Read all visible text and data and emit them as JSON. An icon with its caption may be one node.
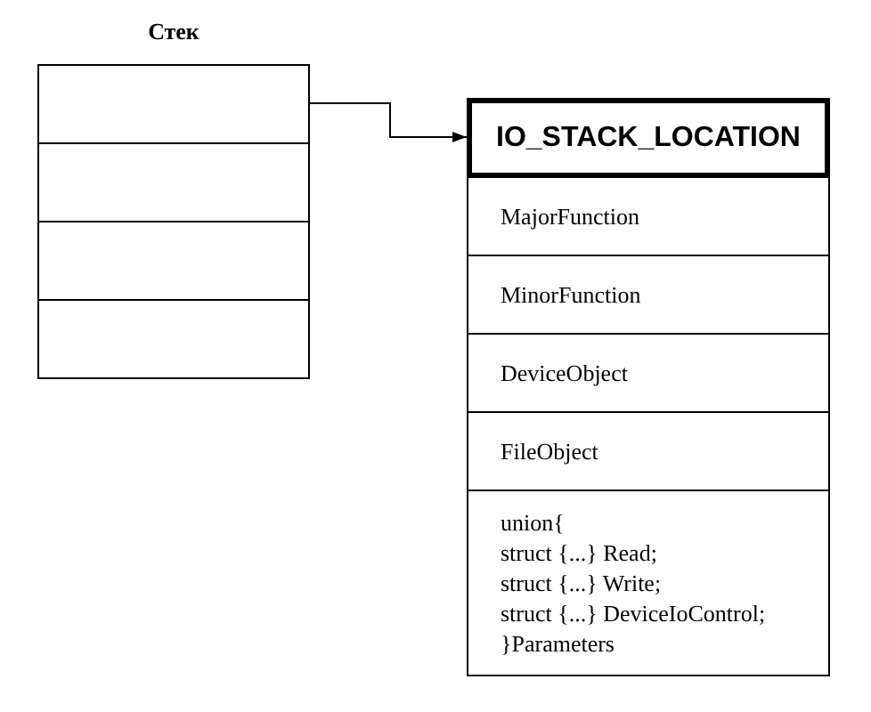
{
  "diagram": {
    "nodes": [
      {
        "text": [
          "Стек"
        ]
      },
      {
        "text": [],
        "shape": "box",
        "in": 0
      },
      {
        "text": [],
        "shape": "box",
        "in": 0
      },
      {
        "text": [],
        "shape": "box",
        "in": 0
      },
      {
        "text": [],
        "shape": "box",
        "in": 0
      },
      {
        "text": [
          "IO_STACK_LOCATION"
        ]
      },
      {
        "text": [
          "MajorFunction"
        ]
      },
      {
        "text": [
          "MinorFunction"
        ]
      },
      {
        "text": [
          "DeviceObject"
        ]
      },
      {
        "text": [
          "FileObject"
        ]
      },
      {
        "text": [
          "union{",
          "struct {...} Read;",
          "struct {...} Write;",
          "struct {...} DeviceIoControl;",
          "}Parameters"
        ]
      }
    ],
    "edges": [
      {
        "from": 1,
        "to": 5,
        "arrow": "to"
      }
    ]
  }
}
